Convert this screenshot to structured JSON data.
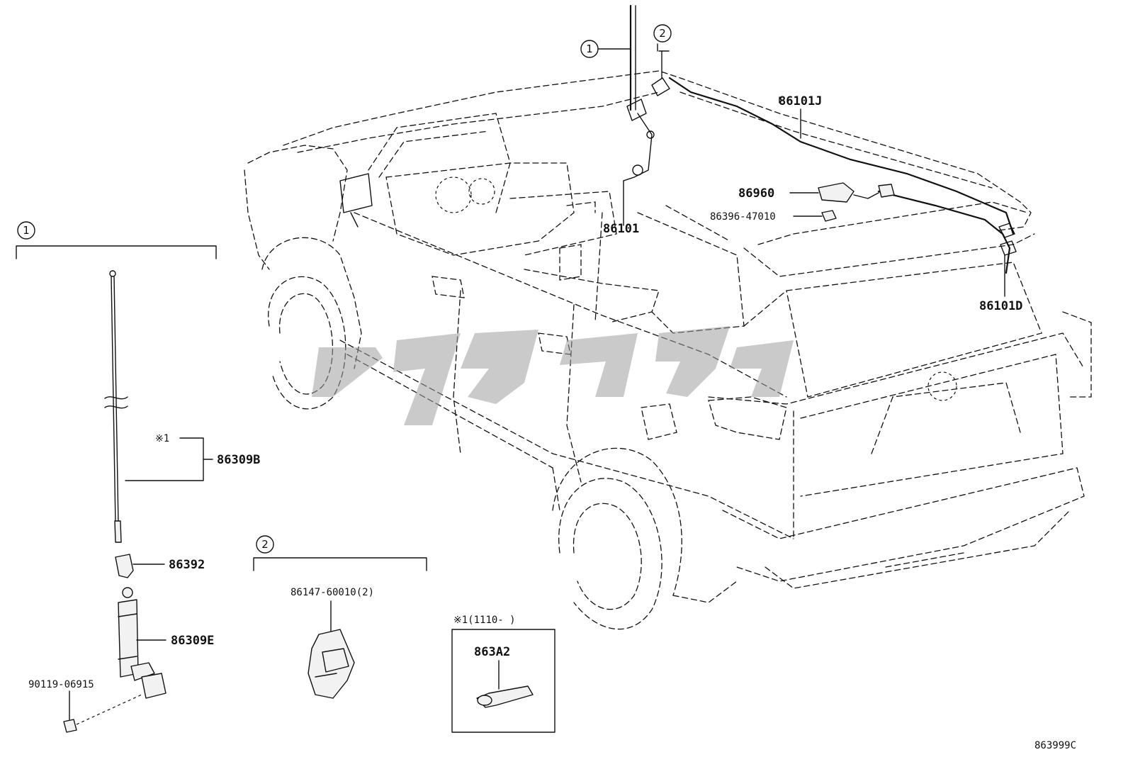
{
  "callouts": {
    "group1": "1",
    "group2": "2"
  },
  "parts": {
    "p86101J": "86101J",
    "p86960": "86960",
    "p86396": "86396-47010",
    "p86101": "86101",
    "p86101D": "86101D",
    "p86309B": "86309B",
    "p86392": "86392",
    "p86309E": "86309E",
    "p90119": "90119-06915",
    "p86147": "86147-60010(2)",
    "p863A2": "863A2"
  },
  "notes": {
    "mark1": "※1",
    "mark1_range": "※1(1110-      )"
  },
  "diagram_id": "863999C",
  "watermark_color": "#9e9e9e"
}
